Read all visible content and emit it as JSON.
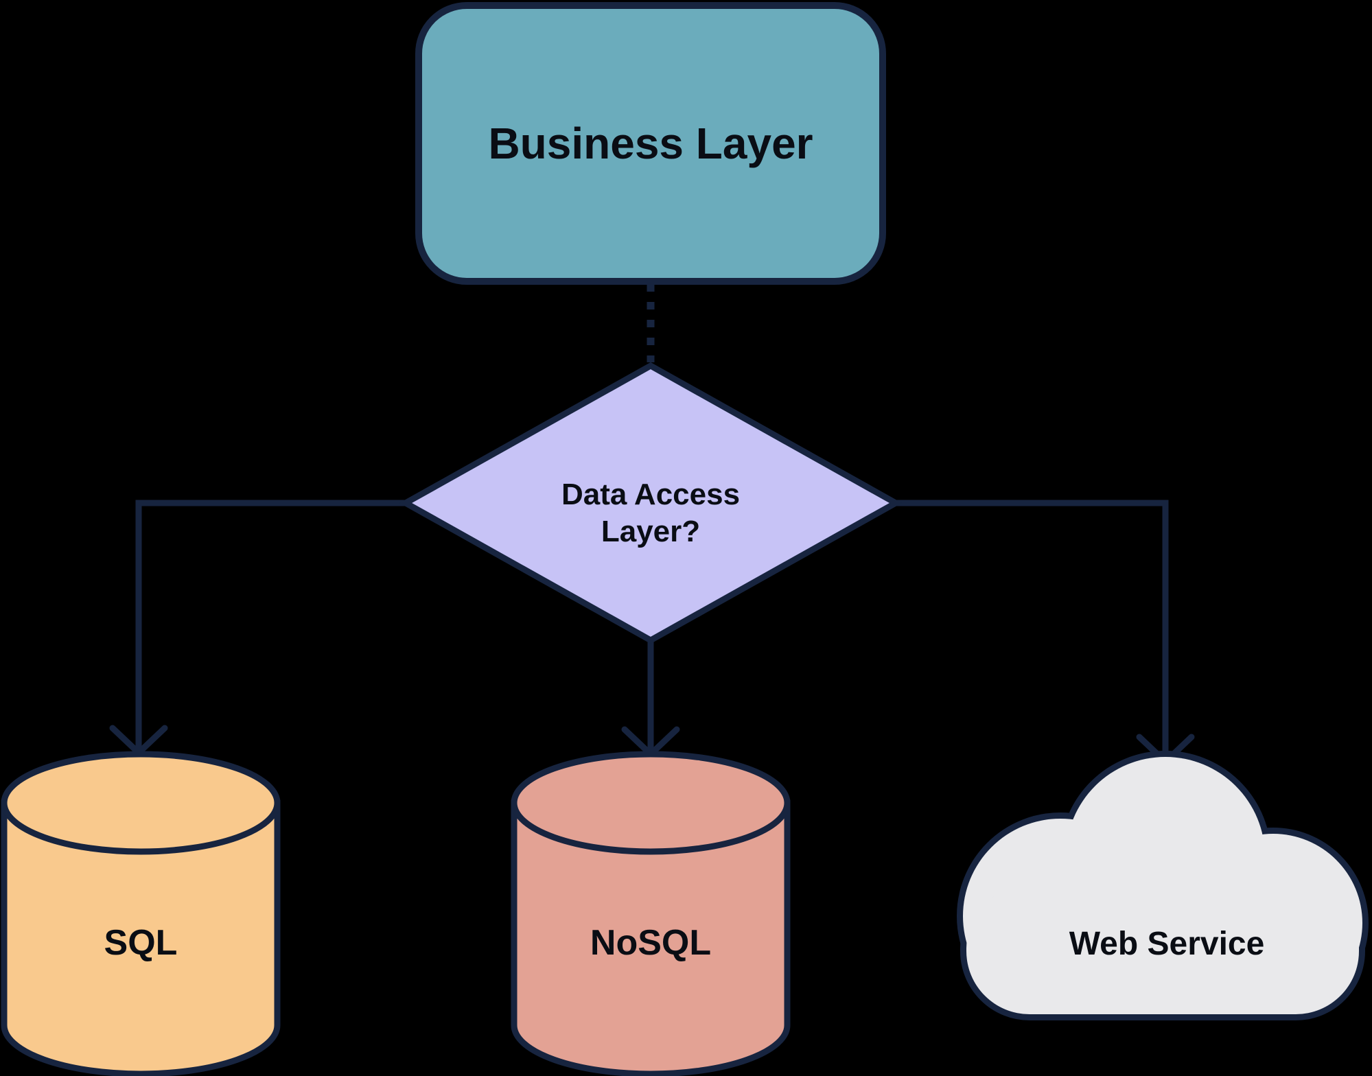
{
  "canvas": {
    "background": "#000000"
  },
  "colors": {
    "line": "#17243F",
    "text": "#0A0D14",
    "business_fill": "#6BACBC",
    "decision_fill": "#C7C3F6",
    "sql_fill": "#F9C98D",
    "nosql_fill": "#E3A294",
    "cloud_fill": "#E9E9EB"
  },
  "nodes": {
    "business": {
      "label": "Business Layer",
      "shape": "rounded-rectangle"
    },
    "decision": {
      "label": "Data Access Layer?",
      "lines": [
        "Data Access",
        "Layer?"
      ],
      "shape": "diamond"
    },
    "sql": {
      "label": "SQL",
      "shape": "database-cylinder"
    },
    "nosql": {
      "label": "NoSQL",
      "shape": "database-cylinder"
    },
    "web_service": {
      "label": "Web Service",
      "shape": "cloud"
    }
  },
  "edges": [
    {
      "from": "business",
      "to": "decision",
      "style": "dotted",
      "arrow": "none"
    },
    {
      "from": "decision",
      "to": "sql",
      "style": "solid",
      "arrow": "end"
    },
    {
      "from": "decision",
      "to": "nosql",
      "style": "solid",
      "arrow": "end"
    },
    {
      "from": "decision",
      "to": "web_service",
      "style": "solid",
      "arrow": "end"
    }
  ]
}
